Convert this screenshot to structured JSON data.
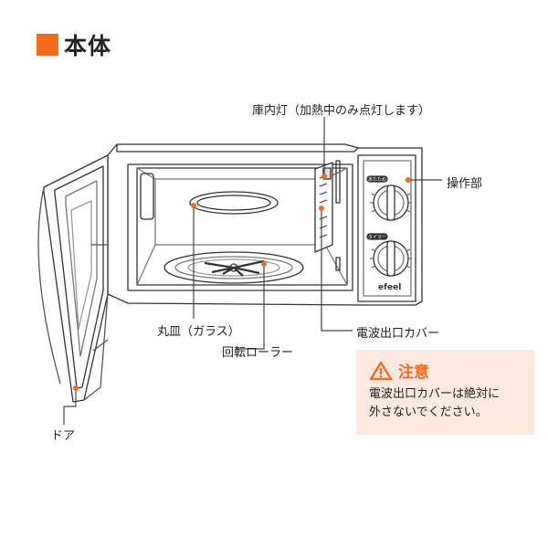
{
  "heading": {
    "text": "本体",
    "marker_color": "#f26b1d"
  },
  "labels": {
    "lamp": "庫内灯（加熱中のみ点灯します）",
    "controls": "操作部",
    "plate": "丸皿（ガラス）",
    "cover": "電波出口カバー",
    "roller": "回転ローラー",
    "door": "ドア"
  },
  "appliance": {
    "dial_top_label": "あたため",
    "dial_bottom_label": "タイマー",
    "brand": "efeel"
  },
  "caution": {
    "title": "注意",
    "body": "電波出口カバーは絶対に\n外さないでください。",
    "bg_color": "#fde9df",
    "accent_color": "#f26b1d"
  },
  "icons": {
    "warning": "warning-triangle-icon",
    "callout": "callout-dot-icon"
  }
}
